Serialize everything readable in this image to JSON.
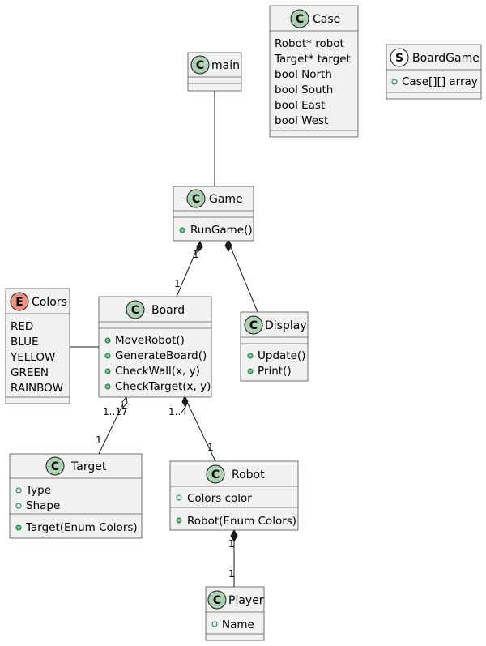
{
  "classes": {
    "main": {
      "stereotype": "C",
      "name": "main",
      "attributes": [],
      "methods": []
    },
    "case": {
      "stereotype": "C",
      "name": "Case",
      "attributes": [
        "Robot* robot",
        "Target* target",
        "bool North",
        "bool South",
        "bool East",
        "bool West"
      ],
      "methods": []
    },
    "boardgame": {
      "stereotype": "S",
      "name": "BoardGame",
      "attributes": [
        "Case[][] array"
      ],
      "methods": []
    },
    "game": {
      "stereotype": "C",
      "name": "Game",
      "attributes": [],
      "methods": [
        "RunGame()"
      ]
    },
    "colors": {
      "stereotype": "E",
      "name": "Colors",
      "attributes": [
        "RED",
        "BLUE",
        "YELLOW",
        "GREEN",
        "RAINBOW"
      ],
      "methods": []
    },
    "board": {
      "stereotype": "C",
      "name": "Board",
      "attributes": [],
      "methods": [
        "MoveRobot()",
        "GenerateBoard()",
        "CheckWall(x, y)",
        "CheckTarget(x, y)"
      ]
    },
    "display": {
      "stereotype": "C",
      "name": "Display",
      "attributes": [],
      "methods": [
        "Update()",
        "Print()"
      ]
    },
    "target": {
      "stereotype": "C",
      "name": "Target",
      "attributes": [
        "Type",
        "Shape"
      ],
      "methods": [
        "Target(Enum Colors)"
      ]
    },
    "robot": {
      "stereotype": "C",
      "name": "Robot",
      "attributes": [
        "Colors color"
      ],
      "methods": [
        "Robot(Enum Colors)"
      ]
    },
    "player": {
      "stereotype": "C",
      "name": "Player",
      "attributes": [
        "Name"
      ],
      "methods": []
    }
  },
  "multiplicities": {
    "game_board_game": "1",
    "game_board_board": "1",
    "board_target_board": "1..17",
    "board_target_target": "1",
    "board_robot_board": "1..4",
    "board_robot_robot": "1",
    "robot_player_robot": "1",
    "robot_player_player": "1"
  },
  "colors": {
    "box_fill": "#f1f1f1",
    "box_border": "#181818",
    "class_spot": "#add1b2",
    "enum_spot": "#eb937f",
    "struct_spot": "#ffffff",
    "visibility_public": "#84be84"
  }
}
